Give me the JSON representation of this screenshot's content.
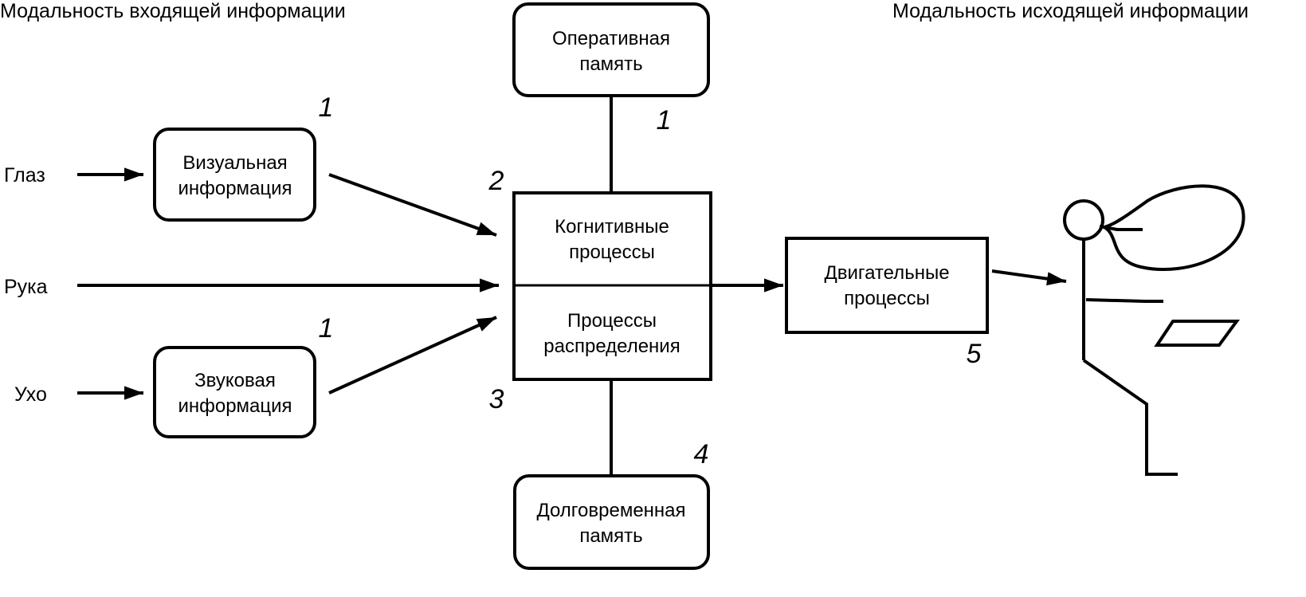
{
  "headers": {
    "input_modality": "Модальность входящей информации",
    "output_modality": "Модальность исходящей информации"
  },
  "inputs": {
    "eye": "Глаз",
    "hand": "Рука",
    "ear": "Ухо"
  },
  "boxes": {
    "working_memory": [
      "Оперативная",
      "память"
    ],
    "visual_info": [
      "Визуальная",
      "информация"
    ],
    "audio_info": [
      "Звуковая",
      "информация"
    ],
    "cognitive": [
      "Когнитивные",
      "процессы"
    ],
    "distribution": [
      "Процессы",
      "распределения"
    ],
    "motor": [
      "Двигательные",
      "процессы"
    ],
    "long_term_memory": [
      "Долговременная",
      "память"
    ]
  },
  "numbers": {
    "visual": "1",
    "working_memory": "1",
    "cognitive": "2",
    "audio": "1",
    "distribution": "3",
    "long_term_memory": "4",
    "motor": "5"
  },
  "icons": {
    "arrowhead": "arrow-right-icon",
    "figure": "stick-figure-icon"
  }
}
